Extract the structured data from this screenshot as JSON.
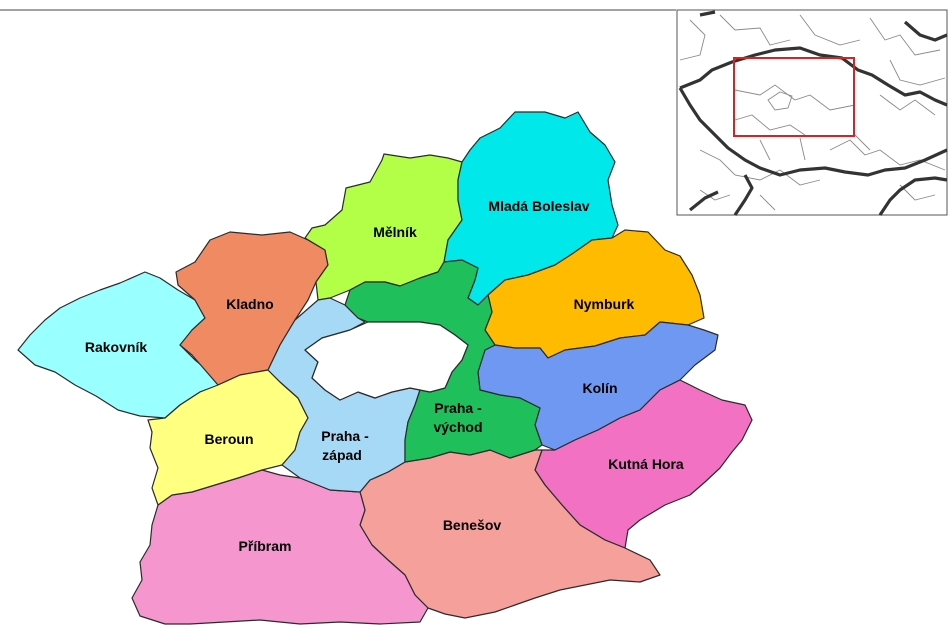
{
  "map": {
    "districts": [
      {
        "id": "rakovnik",
        "label": "Rakovník",
        "color": "#99ffff"
      },
      {
        "id": "kladno",
        "label": "Kladno",
        "color": "#f08a63"
      },
      {
        "id": "melnik",
        "label": "Mělník",
        "color": "#b3ff47"
      },
      {
        "id": "mlada-boleslav",
        "label": "Mladá Boleslav",
        "color": "#00e8ea"
      },
      {
        "id": "nymburk",
        "label": "Nymburk",
        "color": "#ffbb00"
      },
      {
        "id": "kolin",
        "label": "Kolín",
        "color": "#6e98f2"
      },
      {
        "id": "kutna-hora",
        "label": "Kutná Hora",
        "color": "#f271c2"
      },
      {
        "id": "benesov",
        "label": "Benešov",
        "color": "#f5a09a"
      },
      {
        "id": "pribram",
        "label": "Příbram",
        "color": "#f596cf"
      },
      {
        "id": "beroun",
        "label": "Beroun",
        "color": "#ffff80"
      },
      {
        "id": "praha-zapad",
        "label_lines": [
          "Praha -",
          "západ"
        ],
        "color": "#a6d9f5"
      },
      {
        "id": "praha-vychod",
        "label_lines": [
          "Praha -",
          "východ"
        ],
        "color": "#1fbf5c"
      },
      {
        "id": "praha",
        "color": "#ffffff"
      }
    ],
    "border_color": "#2b2b2b",
    "inset_frame_color": "#e02020"
  }
}
